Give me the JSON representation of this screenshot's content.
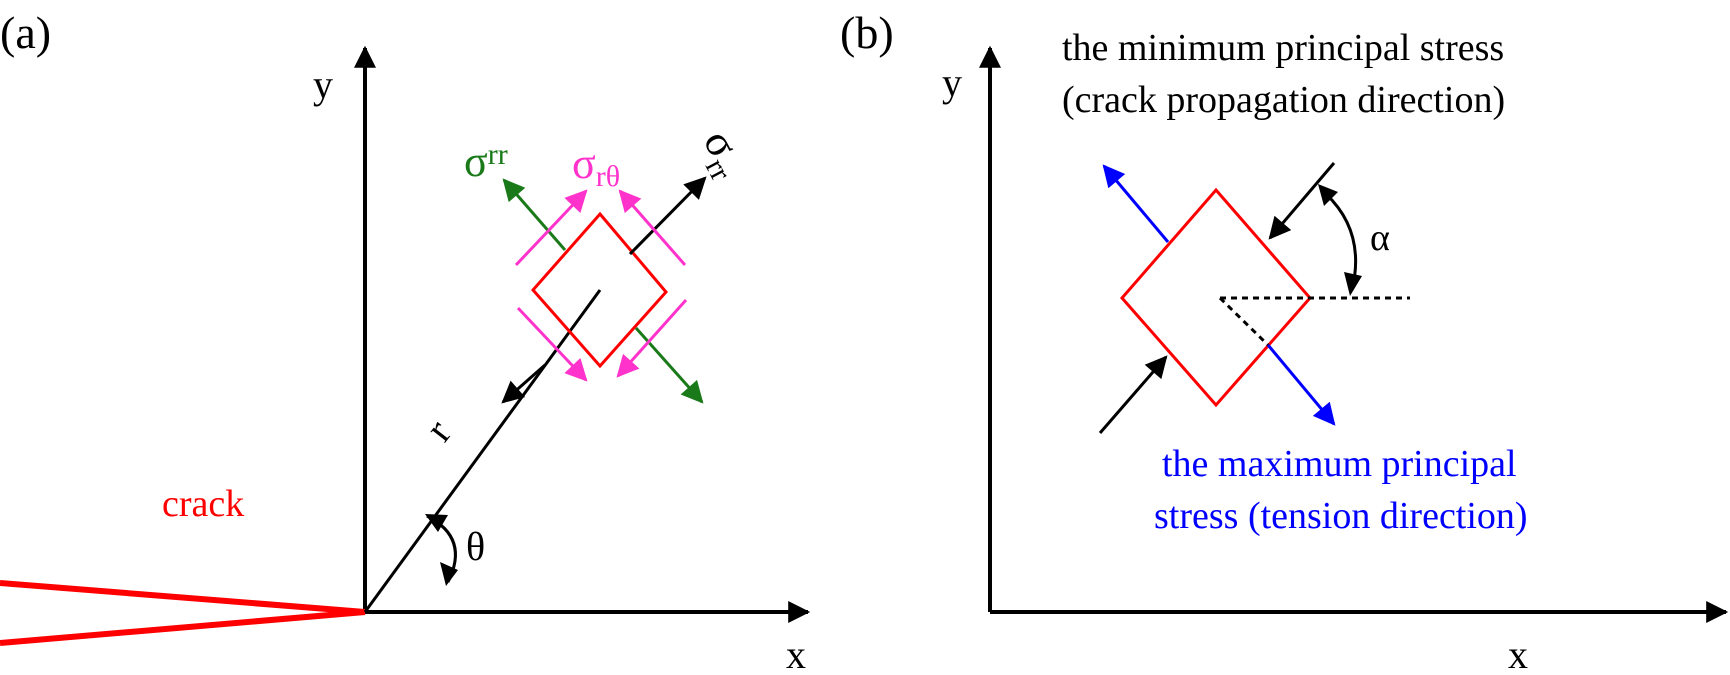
{
  "colors": {
    "black": "#000000",
    "red": "#ff0000",
    "green": "#1a7a1a",
    "magenta": "#ff33cc",
    "blue": "#0000ff"
  },
  "panel_a": {
    "label": "(a)",
    "x_axis_label": "x",
    "y_axis_label": "y",
    "crack_label": "crack",
    "r_label": "r",
    "theta_label": "θ",
    "sigma_rr_green": {
      "symbol": "σ",
      "subscript": "rr"
    },
    "sigma_rr_black": {
      "symbol": "σ",
      "subscript": "rr"
    },
    "sigma_rtheta": {
      "symbol": "σ",
      "subscript": "rθ"
    }
  },
  "panel_b": {
    "label": "(b)",
    "x_axis_label": "x",
    "y_axis_label": "y",
    "min_stress_line1": "the minimum principal stress",
    "min_stress_line2": "(crack propagation direction)",
    "alpha_label": "α",
    "max_stress_line1": "the maximum principal",
    "max_stress_line2": "stress (tension direction)"
  }
}
